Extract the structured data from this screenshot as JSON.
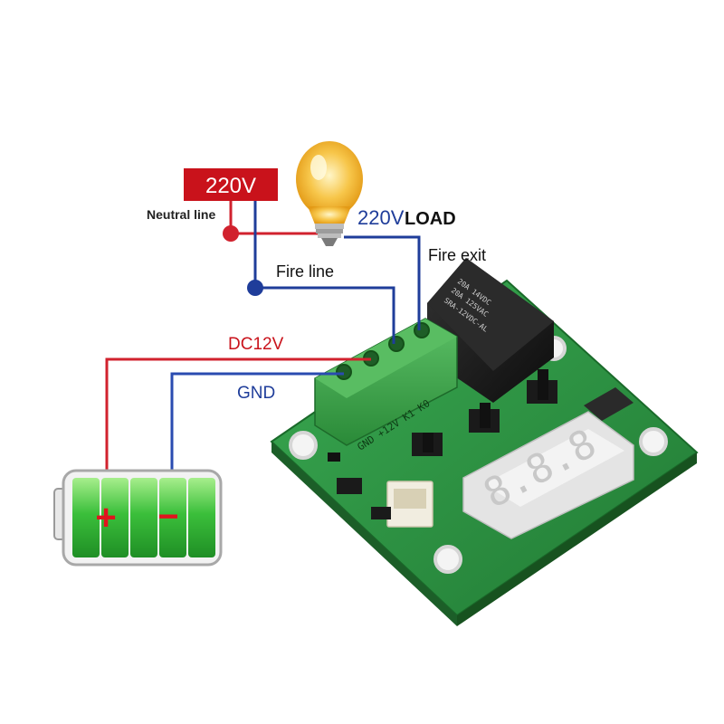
{
  "labels": {
    "source_voltage": "220V",
    "neutral_line": "Neutral line",
    "load_voltage": "220V",
    "load_word": "LOAD",
    "fire_exit": "Fire exit",
    "fire_line": "Fire line",
    "dc_voltage": "DC12V",
    "gnd": "GND"
  },
  "board": {
    "terminal_print": "GND +12V K1 K0",
    "relay_print_1": "20A 14VDC",
    "relay_print_2": "20A 125VAC",
    "relay_print_3": "SRA-12VDC-AL",
    "display_digits": "8.8.8"
  },
  "battery": {
    "plus_symbol": "+",
    "minus_symbol": "−"
  },
  "colors": {
    "ac_line": "#d1222e",
    "fire_line": "#1f3d9a",
    "source_box": "#c9121b",
    "dc_line": "#d1222e",
    "gnd_line": "#2a4bb0",
    "label_red": "#c9121b",
    "label_blue": "#1f3d9a",
    "pcb_green": "#2e9f46",
    "terminal_green": "#3aa64a",
    "relay_black": "#1b1b1b",
    "battery_green": "#3bbf3b"
  }
}
